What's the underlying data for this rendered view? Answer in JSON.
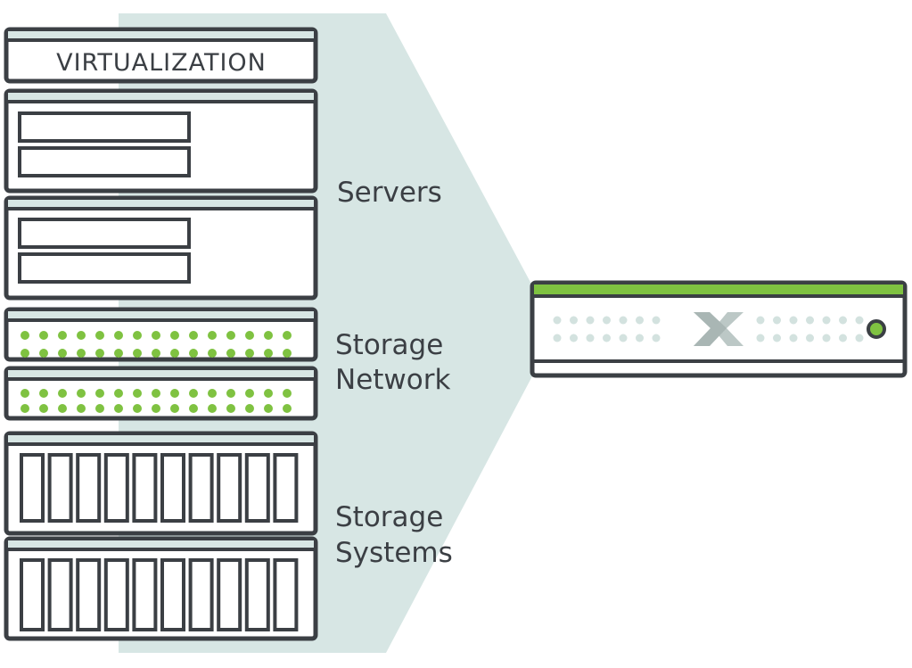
{
  "stack": {
    "virtualization_label": "VIRTUALIZATION",
    "servers_label": "Servers",
    "storage_network_line1": "Storage",
    "storage_network_line2": "Network",
    "storage_systems_line1": "Storage",
    "storage_systems_line2": "Systems"
  },
  "colors": {
    "outline": "#3b3f44",
    "cap": "#d7e6e4",
    "projection": "#d7e6e4",
    "green": "#7fc241",
    "dots_gray": "#d3e2df",
    "logo": "#bcc8c6"
  },
  "icons": {
    "logo": "x-logo-icon",
    "power": "power-indicator-icon"
  }
}
